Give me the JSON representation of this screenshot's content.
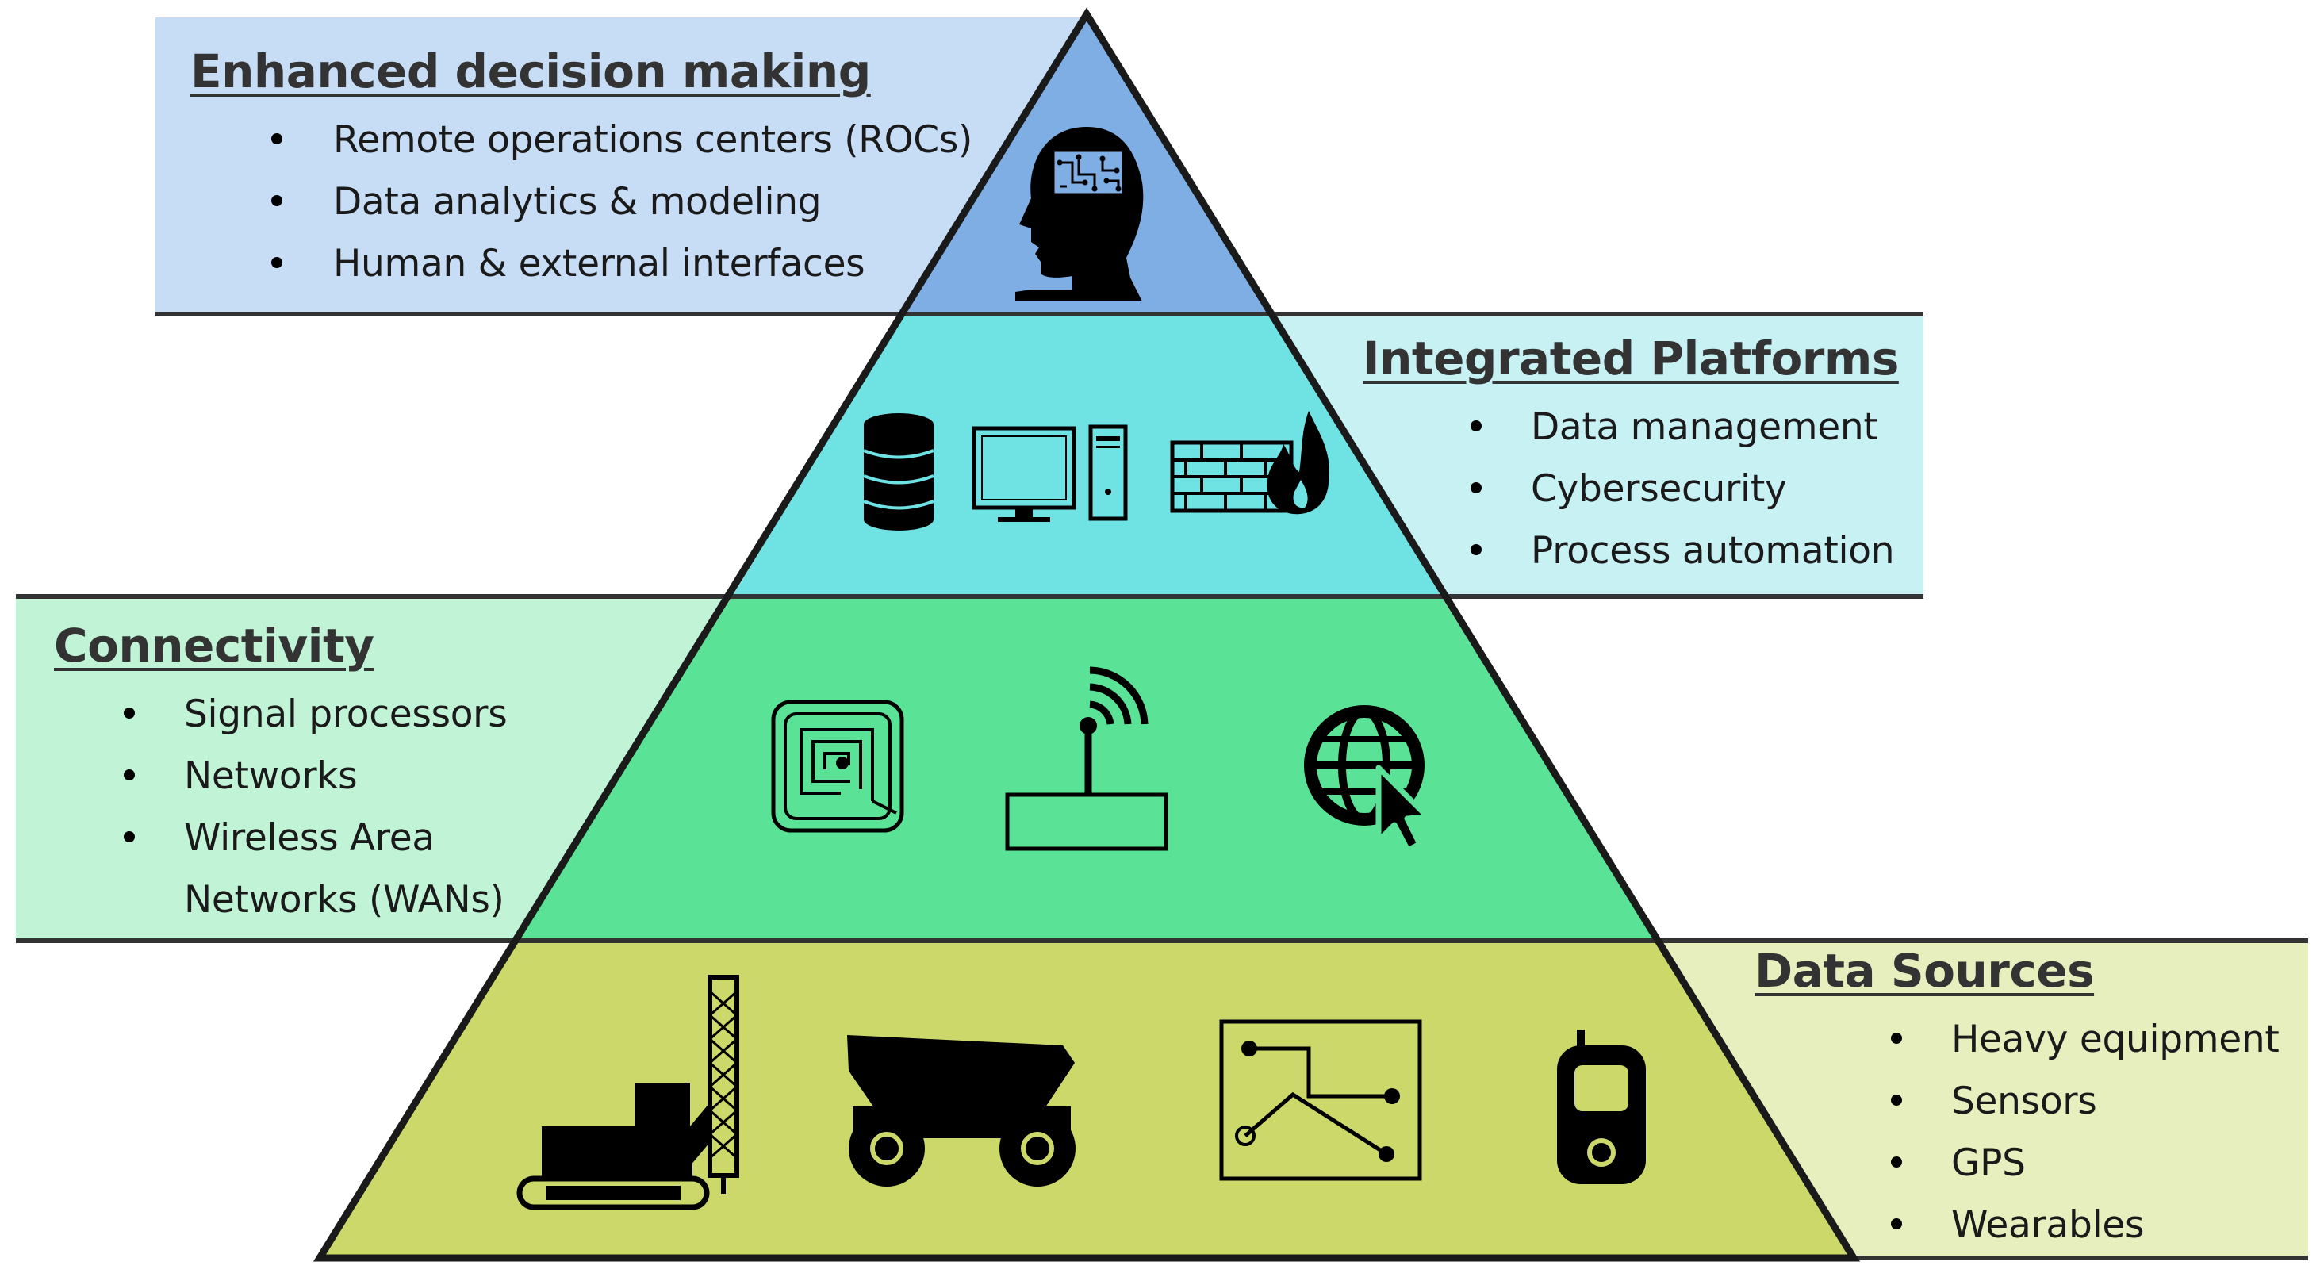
{
  "colors": {
    "tier1_panel": "#c7dcf5",
    "tier1_fill": "#7eaee3",
    "tier2_panel": "#c8f1f4",
    "tier2_fill": "#6fe2e3",
    "tier3_panel": "#c1f4d6",
    "tier3_fill": "#5ae296",
    "tier4_panel": "#e8efbf",
    "tier4_fill": "#ccd96a",
    "outline": "#1a1a1a"
  },
  "tiers": [
    {
      "title": "Enhanced decision making",
      "items": [
        "Remote operations centers (ROCs)",
        "Data analytics & modeling",
        "Human & external interfaces"
      ],
      "icons": [
        "brain-head-icon"
      ]
    },
    {
      "title": "Integrated Platforms",
      "items": [
        "Data management",
        "Cybersecurity",
        "Process automation"
      ],
      "icons": [
        "database-icon",
        "computer-icon",
        "firewall-icon"
      ]
    },
    {
      "title": "Connectivity",
      "items": [
        "Signal processors",
        "Networks",
        "Wireless Area",
        "Networks (WANs)"
      ],
      "icons": [
        "rfid-chip-icon",
        "wireless-router-icon",
        "web-globe-cursor-icon"
      ]
    },
    {
      "title": "Data Sources",
      "items": [
        "Heavy equipment",
        "Sensors",
        "GPS",
        "Wearables"
      ],
      "icons": [
        "drill-rig-icon",
        "haul-truck-icon",
        "circuit-map-icon",
        "mobile-phone-icon"
      ]
    }
  ]
}
